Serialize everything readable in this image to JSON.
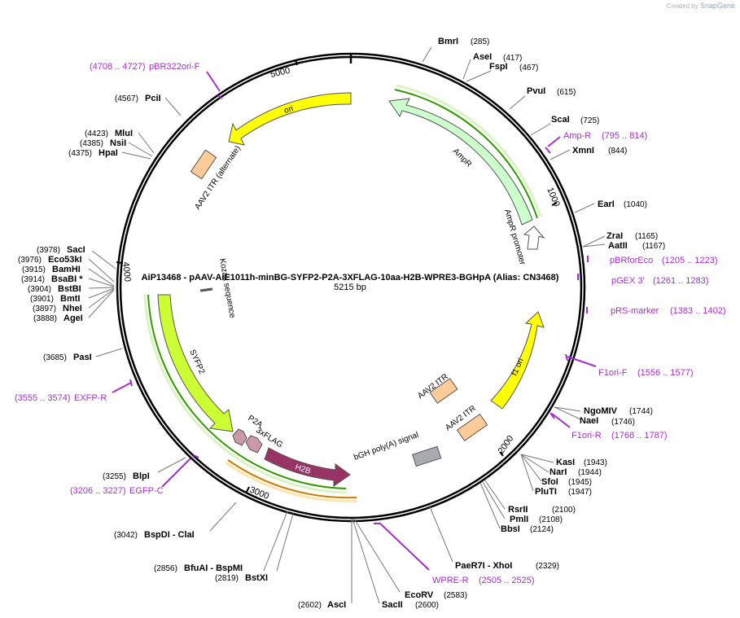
{
  "title": "AiP13468 - pAAV-AiE1011h-minBG-SYFP2-P2A-3XFLAG-10aa-H2B-WPRE3-BGHpA (Alias: CN3468)",
  "length": "5215 bp",
  "credit": {
    "prefix": "Created by",
    "brand": "SnapGene"
  },
  "ticks": [
    "1000",
    "2000",
    "3000",
    "4000",
    "5000"
  ],
  "sites": [
    {
      "name": "BmrI",
      "pos": "(285)"
    },
    {
      "name": "AseI",
      "pos": "(417)"
    },
    {
      "name": "FspI",
      "pos": "(467)"
    },
    {
      "name": "PvuI",
      "pos": "(615)"
    },
    {
      "name": "ScaI",
      "pos": "(725)"
    },
    {
      "name": "XmnI",
      "pos": "(844)"
    },
    {
      "name": "EarI",
      "pos": "(1040)"
    },
    {
      "name": "ZraI",
      "pos": "(1165)"
    },
    {
      "name": "AatII",
      "pos": "(1167)"
    },
    {
      "name": "NgoMIV",
      "pos": "(1744)"
    },
    {
      "name": "NaeI",
      "pos": "(1746)"
    },
    {
      "name": "KasI",
      "pos": "(1943)"
    },
    {
      "name": "NarI",
      "pos": "(1944)"
    },
    {
      "name": "SfoI",
      "pos": "(1945)"
    },
    {
      "name": "PluTI",
      "pos": "(1947)"
    },
    {
      "name": "RsrII",
      "pos": "(2100)"
    },
    {
      "name": "PmlI",
      "pos": "(2108)"
    },
    {
      "name": "BbsI",
      "pos": "(2124)"
    },
    {
      "name": "PaeR7I - XhoI",
      "pos": "(2329)"
    },
    {
      "name": "EcoRV",
      "pos": "(2583)"
    },
    {
      "name": "SacII",
      "pos": "(2600)"
    },
    {
      "name": "AscI",
      "pos": "(2602)"
    },
    {
      "name": "BstXI",
      "pos": "(2819)"
    },
    {
      "name": "BfuAI - BspMI",
      "pos": "(2856)"
    },
    {
      "name": "BspDI - ClaI",
      "pos": "(3042)"
    },
    {
      "name": "BlpI",
      "pos": "(3255)"
    },
    {
      "name": "PasI",
      "pos": "(3685)"
    },
    {
      "name": "AgeI",
      "pos": "(3888)"
    },
    {
      "name": "NheI",
      "pos": "(3897)"
    },
    {
      "name": "BmtI",
      "pos": "(3901)"
    },
    {
      "name": "BstBI",
      "pos": "(3904)"
    },
    {
      "name": "BsaBI *",
      "pos": "(3914)"
    },
    {
      "name": "BamHI",
      "pos": "(3915)"
    },
    {
      "name": "Eco53kI",
      "pos": "(3976)"
    },
    {
      "name": "SacI",
      "pos": "(3978)"
    },
    {
      "name": "HpaI",
      "pos": "(4375)"
    },
    {
      "name": "NsiI",
      "pos": "(4385)"
    },
    {
      "name": "MluI",
      "pos": "(4423)"
    },
    {
      "name": "PciI",
      "pos": "(4567)"
    }
  ],
  "primers": [
    {
      "name": "Amp-R",
      "pos": "(795 .. 814)"
    },
    {
      "name": "pBRforEco",
      "pos": "(1205 .. 1223)"
    },
    {
      "name": "pGEX 3'",
      "pos": "(1261 .. 1283)"
    },
    {
      "name": "pRS-marker",
      "pos": "(1383 .. 1402)"
    },
    {
      "name": "F1ori-F",
      "pos": "(1556 .. 1577)"
    },
    {
      "name": "F1ori-R",
      "pos": "(1768 .. 1787)"
    },
    {
      "name": "WPRE-R",
      "pos": "(2505 .. 2525)"
    },
    {
      "name": "EGFP-C",
      "pos": "(3206 .. 3227)"
    },
    {
      "name": "EXFP-R",
      "pos": "(3555 .. 3574)"
    },
    {
      "name": "pBR322ori-F",
      "pos": "(4708 .. 4727)"
    }
  ],
  "features": {
    "ori": "ori",
    "ampr": "AmpR",
    "ampr_promoter": "AmpR promoter",
    "f1_ori": "f1 ori",
    "aav2_itr": "AAV2 ITR",
    "aav2_itr_alt": "AAV2 ITR (alternate)",
    "bgh": "bGH poly(A) signal",
    "h2b": "H2B",
    "flag": "3xFLAG",
    "p2a": "P2A",
    "sypf2": "SYFP2",
    "kozak": "Kozak sequence"
  },
  "colors": {
    "ori": "#ffff00",
    "ampr": "#ccffcc",
    "promoter": "#ffffff",
    "itr": "#ffcc99",
    "bgh": "#a9a9b0",
    "h2b": "#993366",
    "flag": "#cc99aa",
    "syfp2": "#ccff33",
    "primer": "#a52ec8",
    "orf_green": "#339900",
    "orf_orange": "#cc7a00"
  }
}
